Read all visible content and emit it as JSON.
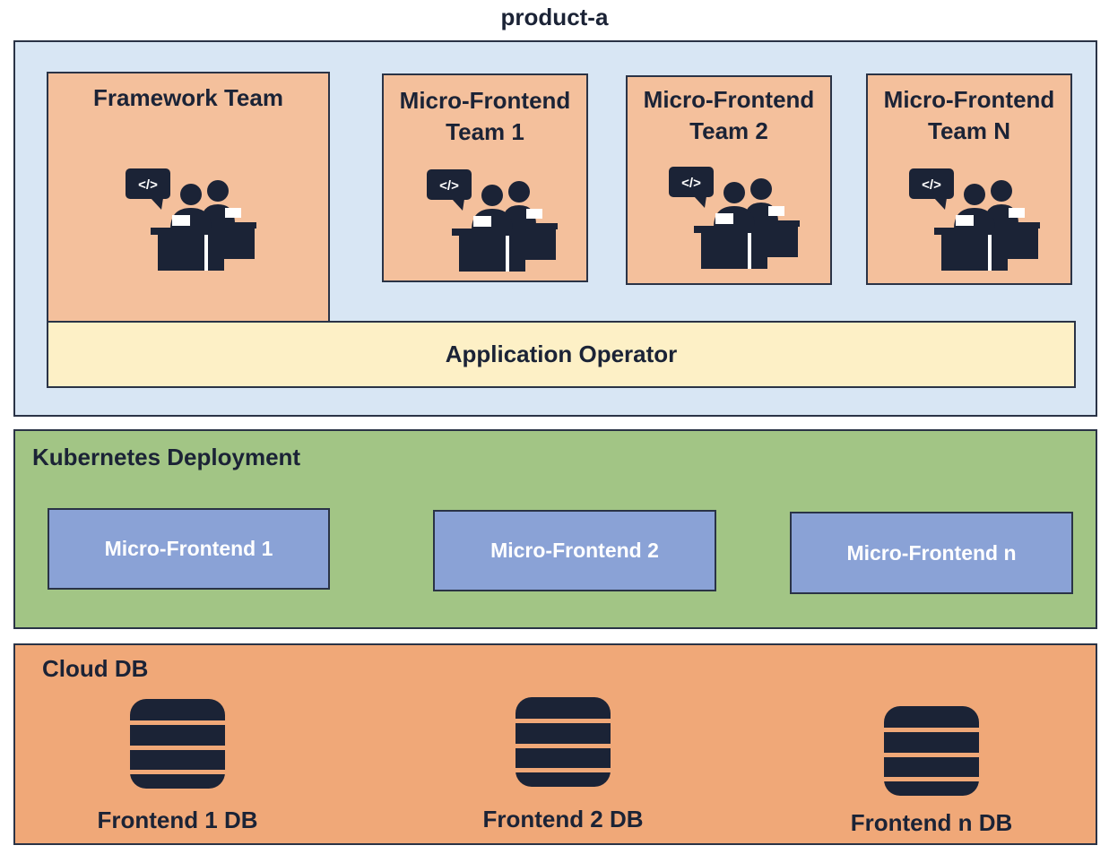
{
  "diagram": {
    "title": "product-a",
    "teams": [
      {
        "label": "Framework Team"
      },
      {
        "label": "Micro-Frontend Team 1"
      },
      {
        "label": "Micro-Frontend Team 2"
      },
      {
        "label": "Micro-Frontend Team N"
      }
    ],
    "operator_label": "Application Operator",
    "deployment": {
      "label": "Kubernetes Deployment",
      "services": [
        "Micro-Frontend 1",
        "Micro-Frontend 2",
        "Micro-Frontend n"
      ]
    },
    "cloud_db": {
      "label": "Cloud DB",
      "databases": [
        "Frontend 1 DB",
        "Frontend 2 DB",
        "Frontend n DB"
      ]
    },
    "icons": {
      "team": "developers-at-desk-icon",
      "database": "database-icon",
      "code_glyph": "</>"
    },
    "colors": {
      "product_bg": "#d8e6f4",
      "team_bg": "#f4c09c",
      "operator_bg": "#fdf0c6",
      "deployment_bg": "#a2c585",
      "service_bg": "#8aa2d6",
      "db_section_bg": "#f0a878",
      "icon_dark": "#1b2336"
    }
  }
}
